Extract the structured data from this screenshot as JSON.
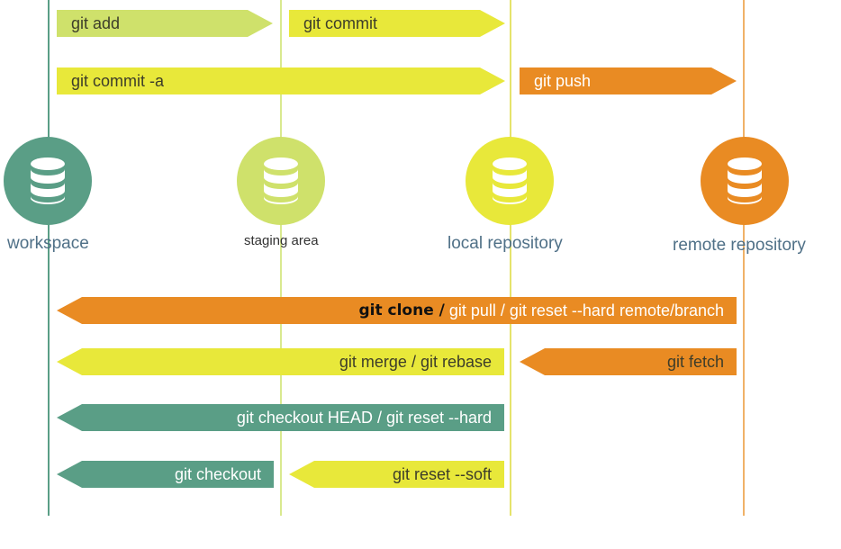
{
  "colors": {
    "workspace": "#5a9e86",
    "staging": "#cfe16b",
    "local": "#e8e83a",
    "remote": "#e98b23",
    "lane_local": "#e5e36b",
    "lane_remote": "#f0b268"
  },
  "nodes": [
    {
      "id": "workspace",
      "label": "workspace",
      "icon": "database-icon"
    },
    {
      "id": "staging",
      "label": "staging area",
      "icon": "database-icon"
    },
    {
      "id": "local",
      "label": "local repository",
      "icon": "database-icon"
    },
    {
      "id": "remote",
      "label": "remote repository",
      "icon": "database-icon"
    }
  ],
  "arrows": {
    "git_add": "git add",
    "git_commit": "git commit",
    "git_commit_a": "git commit -a",
    "git_push": "git push",
    "git_clone_bold": "git clone /",
    "git_clone_rest": " git pull / git reset --hard remote/branch",
    "git_merge": "git merge / git rebase",
    "git_fetch": "git fetch",
    "git_checkout_head": "git checkout HEAD / git reset --hard",
    "git_checkout": "git checkout",
    "git_reset_soft": "git reset --soft"
  }
}
